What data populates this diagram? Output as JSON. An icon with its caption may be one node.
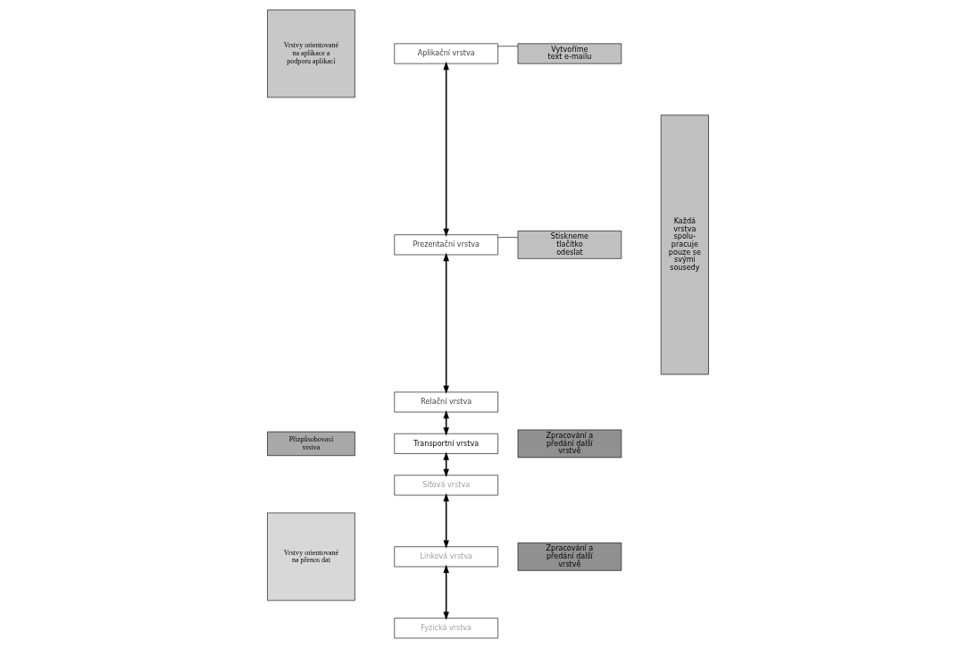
{
  "diagram": {
    "nodes": [
      {
        "text": [
          "Vrstvy orientované na aplikace a podporu aplikací"
        ]
      },
      {
        "text": [
          "Přizpůsobovací vrstva"
        ]
      },
      {
        "text": [
          "Vrstvy orientované na přenos dat"
        ]
      },
      {
        "text": [
          "Aplikační vrstva"
        ]
      },
      {
        "text": [
          "Prezentační vrstva"
        ]
      },
      {
        "text": [
          "Relační vrstva"
        ]
      },
      {
        "text": [
          "Transportní vrstva"
        ]
      },
      {
        "text": [
          "Síťová vrstva"
        ]
      },
      {
        "text": [
          "Linková vrstva"
        ]
      },
      {
        "text": [
          "Fyzická vrstva"
        ]
      },
      {
        "text": [
          "Vytvoříme text e-mailu"
        ]
      },
      {
        "text": [
          "Stiskneme tlačítko odeslat"
        ]
      },
      {
        "text": [
          "Zpracování a předání další vrstvě"
        ]
      },
      {
        "text": [
          "Zpracování a předání další vrstvě"
        ]
      },
      {
        "text": [
          "Každá vrstva spolu- pracuje pouze se svými sousedy"
        ]
      }
    ],
    "edges": [
      {
        "from": 3,
        "to": 4,
        "arrow": "both"
      },
      {
        "from": 4,
        "to": 5,
        "arrow": "both"
      },
      {
        "from": 5,
        "to": 6,
        "arrow": "both"
      },
      {
        "from": 6,
        "to": 7,
        "arrow": "both"
      },
      {
        "from": 7,
        "to": 8,
        "arrow": "both"
      },
      {
        "from": 8,
        "to": 9,
        "arrow": "both"
      },
      {
        "from": 10,
        "to": 3,
        "arrow": "none"
      },
      {
        "from": 11,
        "to": 4,
        "arrow": "none"
      }
    ]
  }
}
